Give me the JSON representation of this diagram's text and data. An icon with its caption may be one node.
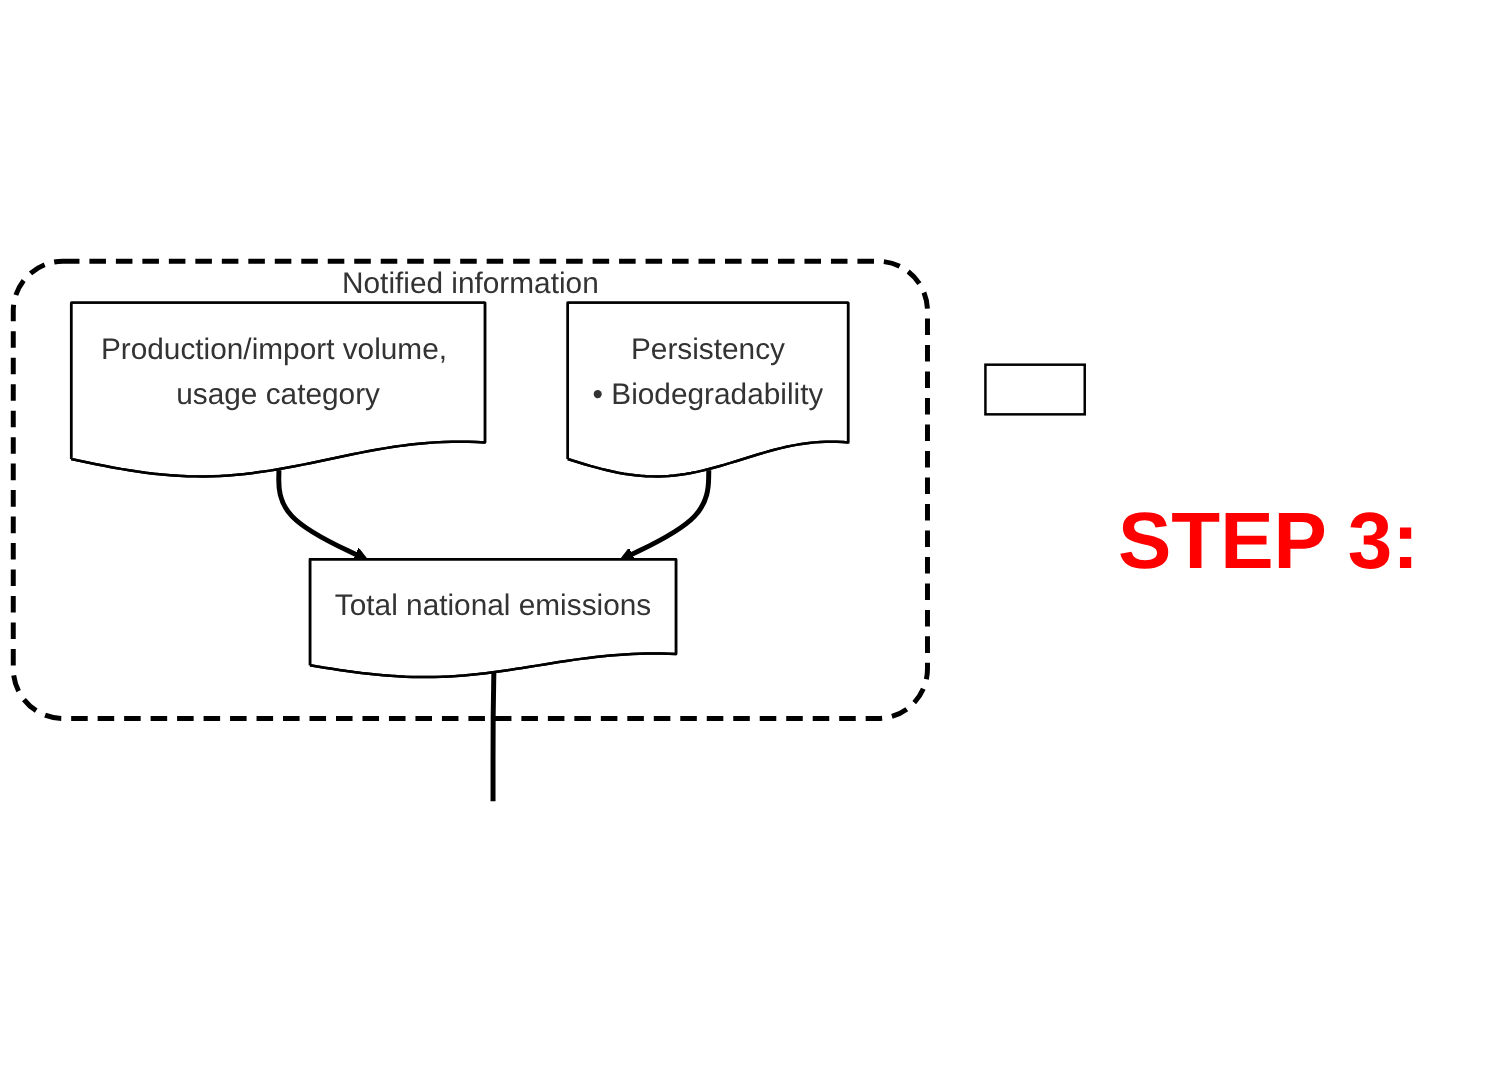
{
  "diagram": {
    "nodes": [
      {
        "text": [
          "Notified information"
        ]
      },
      {
        "text": [
          "Production/import volume, usage category"
        ],
        "in": 0
      },
      {
        "text": [
          "Persistency",
          "• Biodegradability"
        ],
        "in": 0
      },
      {
        "text": [
          "Total national emissions"
        ],
        "in": 0
      },
      {
        "text": [],
        "shape": "box"
      }
    ],
    "edges": [
      {
        "from": 1,
        "to": 3,
        "arrow": "to"
      },
      {
        "from": 2,
        "to": 3,
        "arrow": "to"
      },
      {
        "from": 3,
        "to": null,
        "arrow": "none"
      }
    ],
    "labels": [
      "STEP 3:"
    ]
  }
}
